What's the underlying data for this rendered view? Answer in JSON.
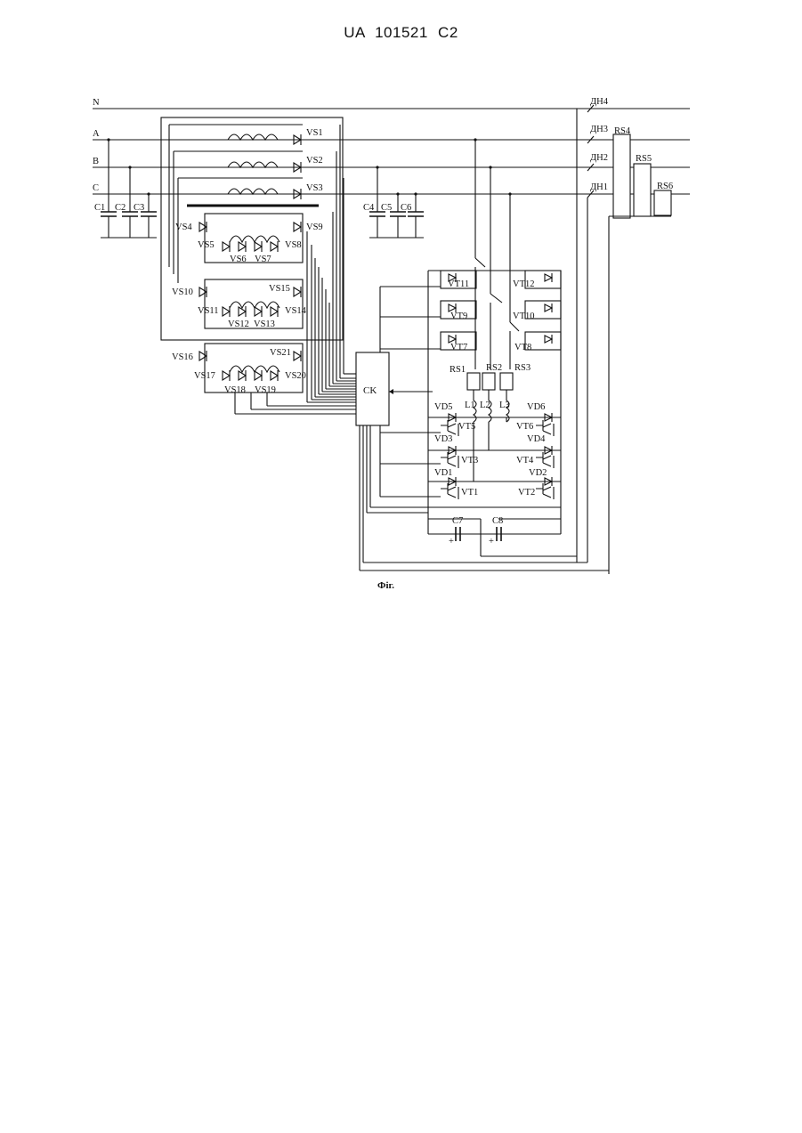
{
  "header": {
    "doc_id": "UA   101521   C2"
  },
  "figure": {
    "caption": "Фіг.",
    "lines": {
      "n": "N",
      "a": "A",
      "b": "B",
      "c": "C"
    },
    "sensors": [
      "ДН4",
      "ДН3",
      "ДН2",
      "ДН1"
    ],
    "capacitors_left": [
      "C1",
      "C2",
      "C3"
    ],
    "capacitors_mid": [
      "C4",
      "C5",
      "C6"
    ],
    "capacitors_dc": [
      "C7",
      "C8"
    ],
    "polarity": "+",
    "thyristors": {
      "vs1": "VS1",
      "vs2": "VS2",
      "vs3": "VS3",
      "vs4": "VS4",
      "vs5": "VS5",
      "vs6": "VS6",
      "vs7": "VS7",
      "vs8": "VS8",
      "vs9": "VS9",
      "vs10": "VS10",
      "vs11": "VS11",
      "vs12": "VS12",
      "vs13": "VS13",
      "vs14": "VS14",
      "vs15": "VS15",
      "vs16": "VS16",
      "vs17": "VS17",
      "vs18": "VS18",
      "vs19": "VS19",
      "vs20": "VS20",
      "vs21": "VS21"
    },
    "controller": "CK",
    "resistors": {
      "rs1": "RS1",
      "rs2": "RS2",
      "rs3": "RS3",
      "rs4": "RS4",
      "rs5": "RS5",
      "rs6": "RS6"
    },
    "inductors": {
      "l1": "L1",
      "l2": "L2",
      "l3": "L3"
    },
    "transistors": {
      "vt1": "VT1",
      "vt2": "VT2",
      "vt3": "VT3",
      "vt4": "VT4",
      "vt5": "VT5",
      "vt6": "VT6",
      "vt7": "VT7",
      "vt8": "VT8",
      "vt9": "VT9",
      "vt10": "VT10",
      "vt11": "VT11",
      "vt12": "VT12"
    },
    "diodes": {
      "vd1": "VD1",
      "vd2": "VD2",
      "vd3": "VD3",
      "vd4": "VD4",
      "vd5": "VD5",
      "vd6": "VD6"
    }
  }
}
